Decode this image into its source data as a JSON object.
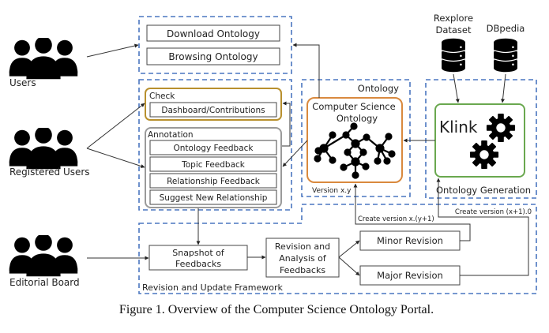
{
  "caption": "Figure 1. Overview of the Computer Science Ontology Portal.",
  "actors": {
    "users": "Users",
    "registered_users": "Registered Users",
    "editorial_board": "Editorial Board"
  },
  "public_access": {
    "download": "Download Ontology",
    "browsing": "Browsing Ontology"
  },
  "check": {
    "title": "Check",
    "dashboard": "Dashboard/Contributions"
  },
  "annotation": {
    "title": "Annotation",
    "items": [
      "Ontology Feedback",
      "Topic Feedback",
      "Relationship Feedback",
      "Suggest New Relationship"
    ]
  },
  "ontology": {
    "group_label": "Ontology",
    "box_title_line1": "Computer Science",
    "box_title_line2": "Ontology",
    "version": "Version x.y"
  },
  "sources": {
    "rexplore_line1": "Rexplore",
    "rexplore_line2": "Dataset",
    "dbpedia": "DBpedia"
  },
  "generation": {
    "klink": "Klink",
    "group_label": "Ontology Generation"
  },
  "revision": {
    "group_label": "Revision and Update Framework",
    "snapshot_line1": "Snapshot of",
    "snapshot_line2": "Feedbacks",
    "analysis_line1": "Revision and",
    "analysis_line2": "Analysis of",
    "analysis_line3": "Feedbacks",
    "minor": "Minor Revision",
    "major": "Major Revision",
    "create_minor": "Create version x.(y+1)",
    "create_major": "Create version (x+1).0"
  },
  "colors": {
    "dashed_group": "#4a76c0",
    "check_border": "#b8902e",
    "annotation_border": "#9a9a9a",
    "ontology_border": "#d9893e",
    "klink_border": "#6aa84f",
    "line": "#333333"
  }
}
